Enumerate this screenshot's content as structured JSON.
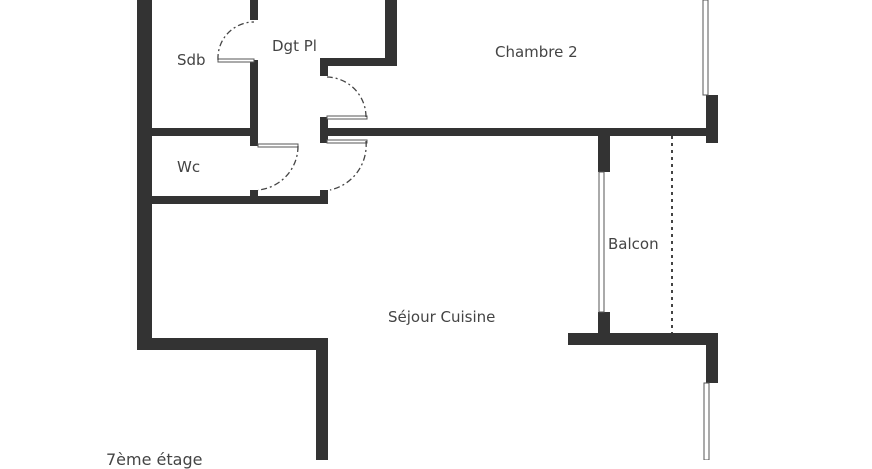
{
  "rooms": {
    "sdb": "Sdb",
    "dgt": "Dgt Pl",
    "chambre2": "Chambre 2",
    "wc": "Wc",
    "balcon": "Balcon",
    "sejour": "Séjour Cuisine"
  },
  "floor_label": "7ème étage",
  "colors": {
    "wall": "#333333"
  }
}
